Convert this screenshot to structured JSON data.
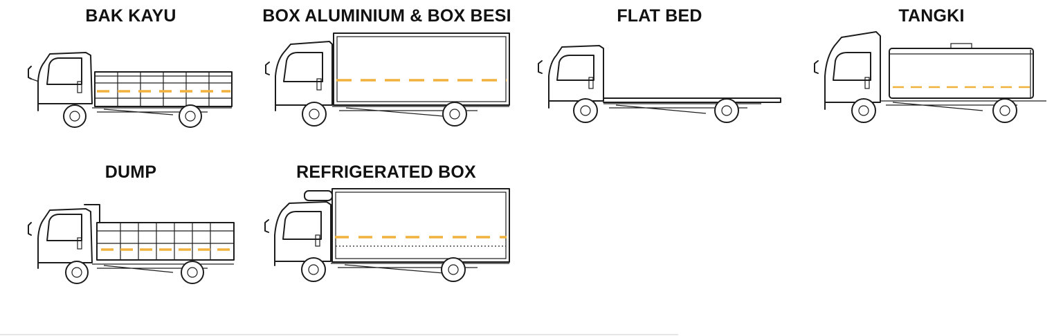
{
  "page": {
    "background": "#ffffff",
    "accent_stripe_color": "#f0b23c",
    "line_color": "#1c1c1c"
  },
  "trucks": [
    {
      "title": "BAK KAYU",
      "body_type": "wooden-cargo-bed"
    },
    {
      "title": "BOX ALUMINIUM & BOX BESI",
      "body_type": "closed-box"
    },
    {
      "title": "FLAT BED",
      "body_type": "flat-bed"
    },
    {
      "title": "TANGKI",
      "body_type": "tank"
    },
    {
      "title": "DUMP",
      "body_type": "dump-bed"
    },
    {
      "title": "REFRIGERATED BOX",
      "body_type": "refrigerated-box"
    }
  ]
}
